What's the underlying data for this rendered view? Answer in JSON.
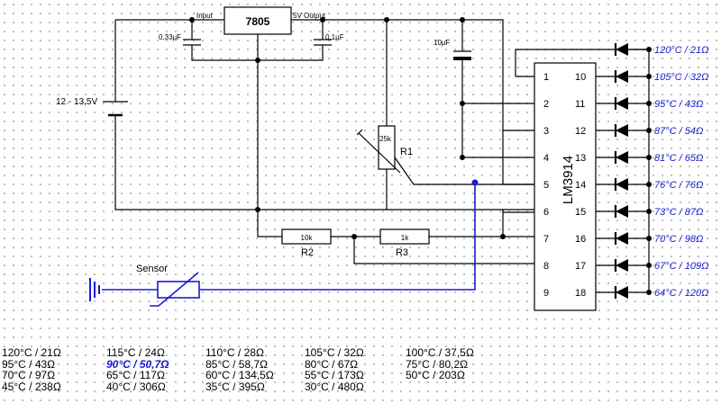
{
  "labels": {
    "input": "Input",
    "regulator": "7805",
    "output": "5V Output",
    "c1": "0,33µF",
    "c2": "0,1µF",
    "c3": "10µF",
    "supply": "12 - 13,5V",
    "pot_value": "25k",
    "pot_name": "R1",
    "r2_value": "10k",
    "r2_name": "R2",
    "r3_value": "1k",
    "r3_name": "R3",
    "sensor": "Sensor",
    "ic": "LM3914"
  },
  "pins_left": [
    "1",
    "2",
    "3",
    "4",
    "5",
    "6",
    "7",
    "8",
    "9"
  ],
  "pins_right": [
    "10",
    "11",
    "12",
    "13",
    "14",
    "15",
    "16",
    "17",
    "18"
  ],
  "led_labels": [
    "120°C / 21Ω",
    "105°C / 32Ω",
    "95°C / 43Ω",
    "87°C / 54Ω",
    "81°C / 65Ω",
    "76°C / 76Ω",
    "73°C / 87Ω",
    "70°C / 98Ω",
    "67°C / 109Ω",
    "64°C / 120Ω"
  ],
  "table": [
    [
      "120°C / 21Ω",
      "115°C / 24Ω",
      "110°C / 28Ω",
      "105°C / 32Ω",
      "100°C / 37,5Ω"
    ],
    [
      "95°C / 43Ω",
      "90°C / 50,7Ω",
      "85°C / 58,7Ω",
      "80°C / 67Ω",
      "75°C / 80,2Ω"
    ],
    [
      "70°C / 97Ω",
      "65°C / 117Ω",
      "60°C / 134,5Ω",
      "55°C / 173Ω",
      "50°C / 203Ω"
    ],
    [
      "45°C / 238Ω",
      "40°C / 306Ω",
      "35°C / 395Ω",
      "30°C / 480Ω",
      ""
    ]
  ],
  "colors": {
    "wire": "#000000",
    "highlight": "#1a1ad0",
    "grid": "#b4b4b4"
  }
}
